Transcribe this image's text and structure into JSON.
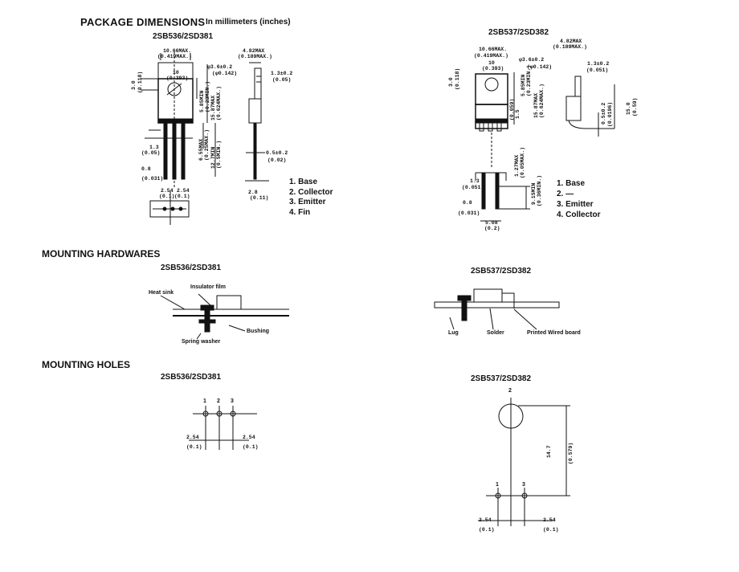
{
  "package_dimensions": {
    "title": "PACKAGE DIMENSIONS",
    "unit_note": "In millimeters (inches)",
    "left": {
      "part": "2SB536/2SD381",
      "dims": [
        "10.66MAX.",
        "(0.419MAX.)",
        "10",
        "(0.393)",
        "φ3.6±0.2",
        "(φ0.142)",
        "4.82MAX",
        "(0.189MAX.)",
        "1.3±0.2",
        "(0.05)",
        "5.85MIN",
        "(0.23MIN.)",
        "15.87MAX",
        "(0.624MAX.)",
        "6.55MAX",
        "(0.25MAX.)",
        "12.7MIN",
        "(0.5MIN.)",
        "1.3",
        "(0.05)",
        "0.8",
        "(0.031)",
        "0.5±0.2",
        "(0.02)",
        "2.54",
        "2.54",
        "(0.1)",
        "(0.1)",
        "2.8",
        "(0.11)",
        "3.0",
        "(0.118)"
      ],
      "legend": [
        "1.  Base",
        "2.  Collector",
        "3.  Emitter",
        "4.  Fin"
      ]
    },
    "right": {
      "part": "2SB537/2SD382",
      "dims": [
        "10.66MAX.",
        "(0.419MAX.)",
        "10",
        "(0.393)",
        "φ3.6±0.2",
        "(φ0.142)",
        "4.82MAX",
        "(0.189MAX.)",
        "1.3±0.2",
        "(0.051)",
        "5.85MIN",
        "(0.23MIN.)",
        "15.87MAX",
        "(0.624MAX.)",
        "1.5",
        "(0.059)",
        "15.0",
        "(0.59)",
        "0.5±0.2",
        "(0.0196)",
        "1.27MAX",
        "(0.05MAX.)",
        "9.15MIN",
        "(0.36MIN.)",
        "1.3",
        "(0.051)",
        "0.8",
        "(0.031)",
        "5.08",
        "(0.2)",
        "3.0",
        "(0.118)"
      ],
      "legend": [
        "1.  Base",
        "2.  —",
        "3.  Emitter",
        "4.  Collector"
      ]
    }
  },
  "mounting_hardwares": {
    "title": "MOUNTING HARDWARES",
    "left": {
      "part": "2SB536/2SD381",
      "labels": [
        "Heat sink",
        "Insulator film",
        "Bushing",
        "Spring washer"
      ]
    },
    "right": {
      "part": "2SB537/2SD382",
      "labels": [
        "Lug",
        "Solder",
        "Printed Wired board"
      ]
    }
  },
  "mounting_holes": {
    "title": "MOUNTING HOLES",
    "left": {
      "part": "2SB536/2SD381",
      "pins": [
        "1",
        "2",
        "3"
      ],
      "pitch_left": "2.54",
      "pitch_left_in": "(0.1)",
      "pitch_right": "2.54",
      "pitch_right_in": "(0.1)"
    },
    "right": {
      "part": "2SB537/2SD382",
      "pins": [
        "2",
        "1",
        "3"
      ],
      "height": "14.7",
      "height_in": "(0.579)",
      "pitch_left": "2.54",
      "pitch_left_in": "(0.1)",
      "pitch_right": "2.54",
      "pitch_right_in": "(0.1)"
    }
  }
}
